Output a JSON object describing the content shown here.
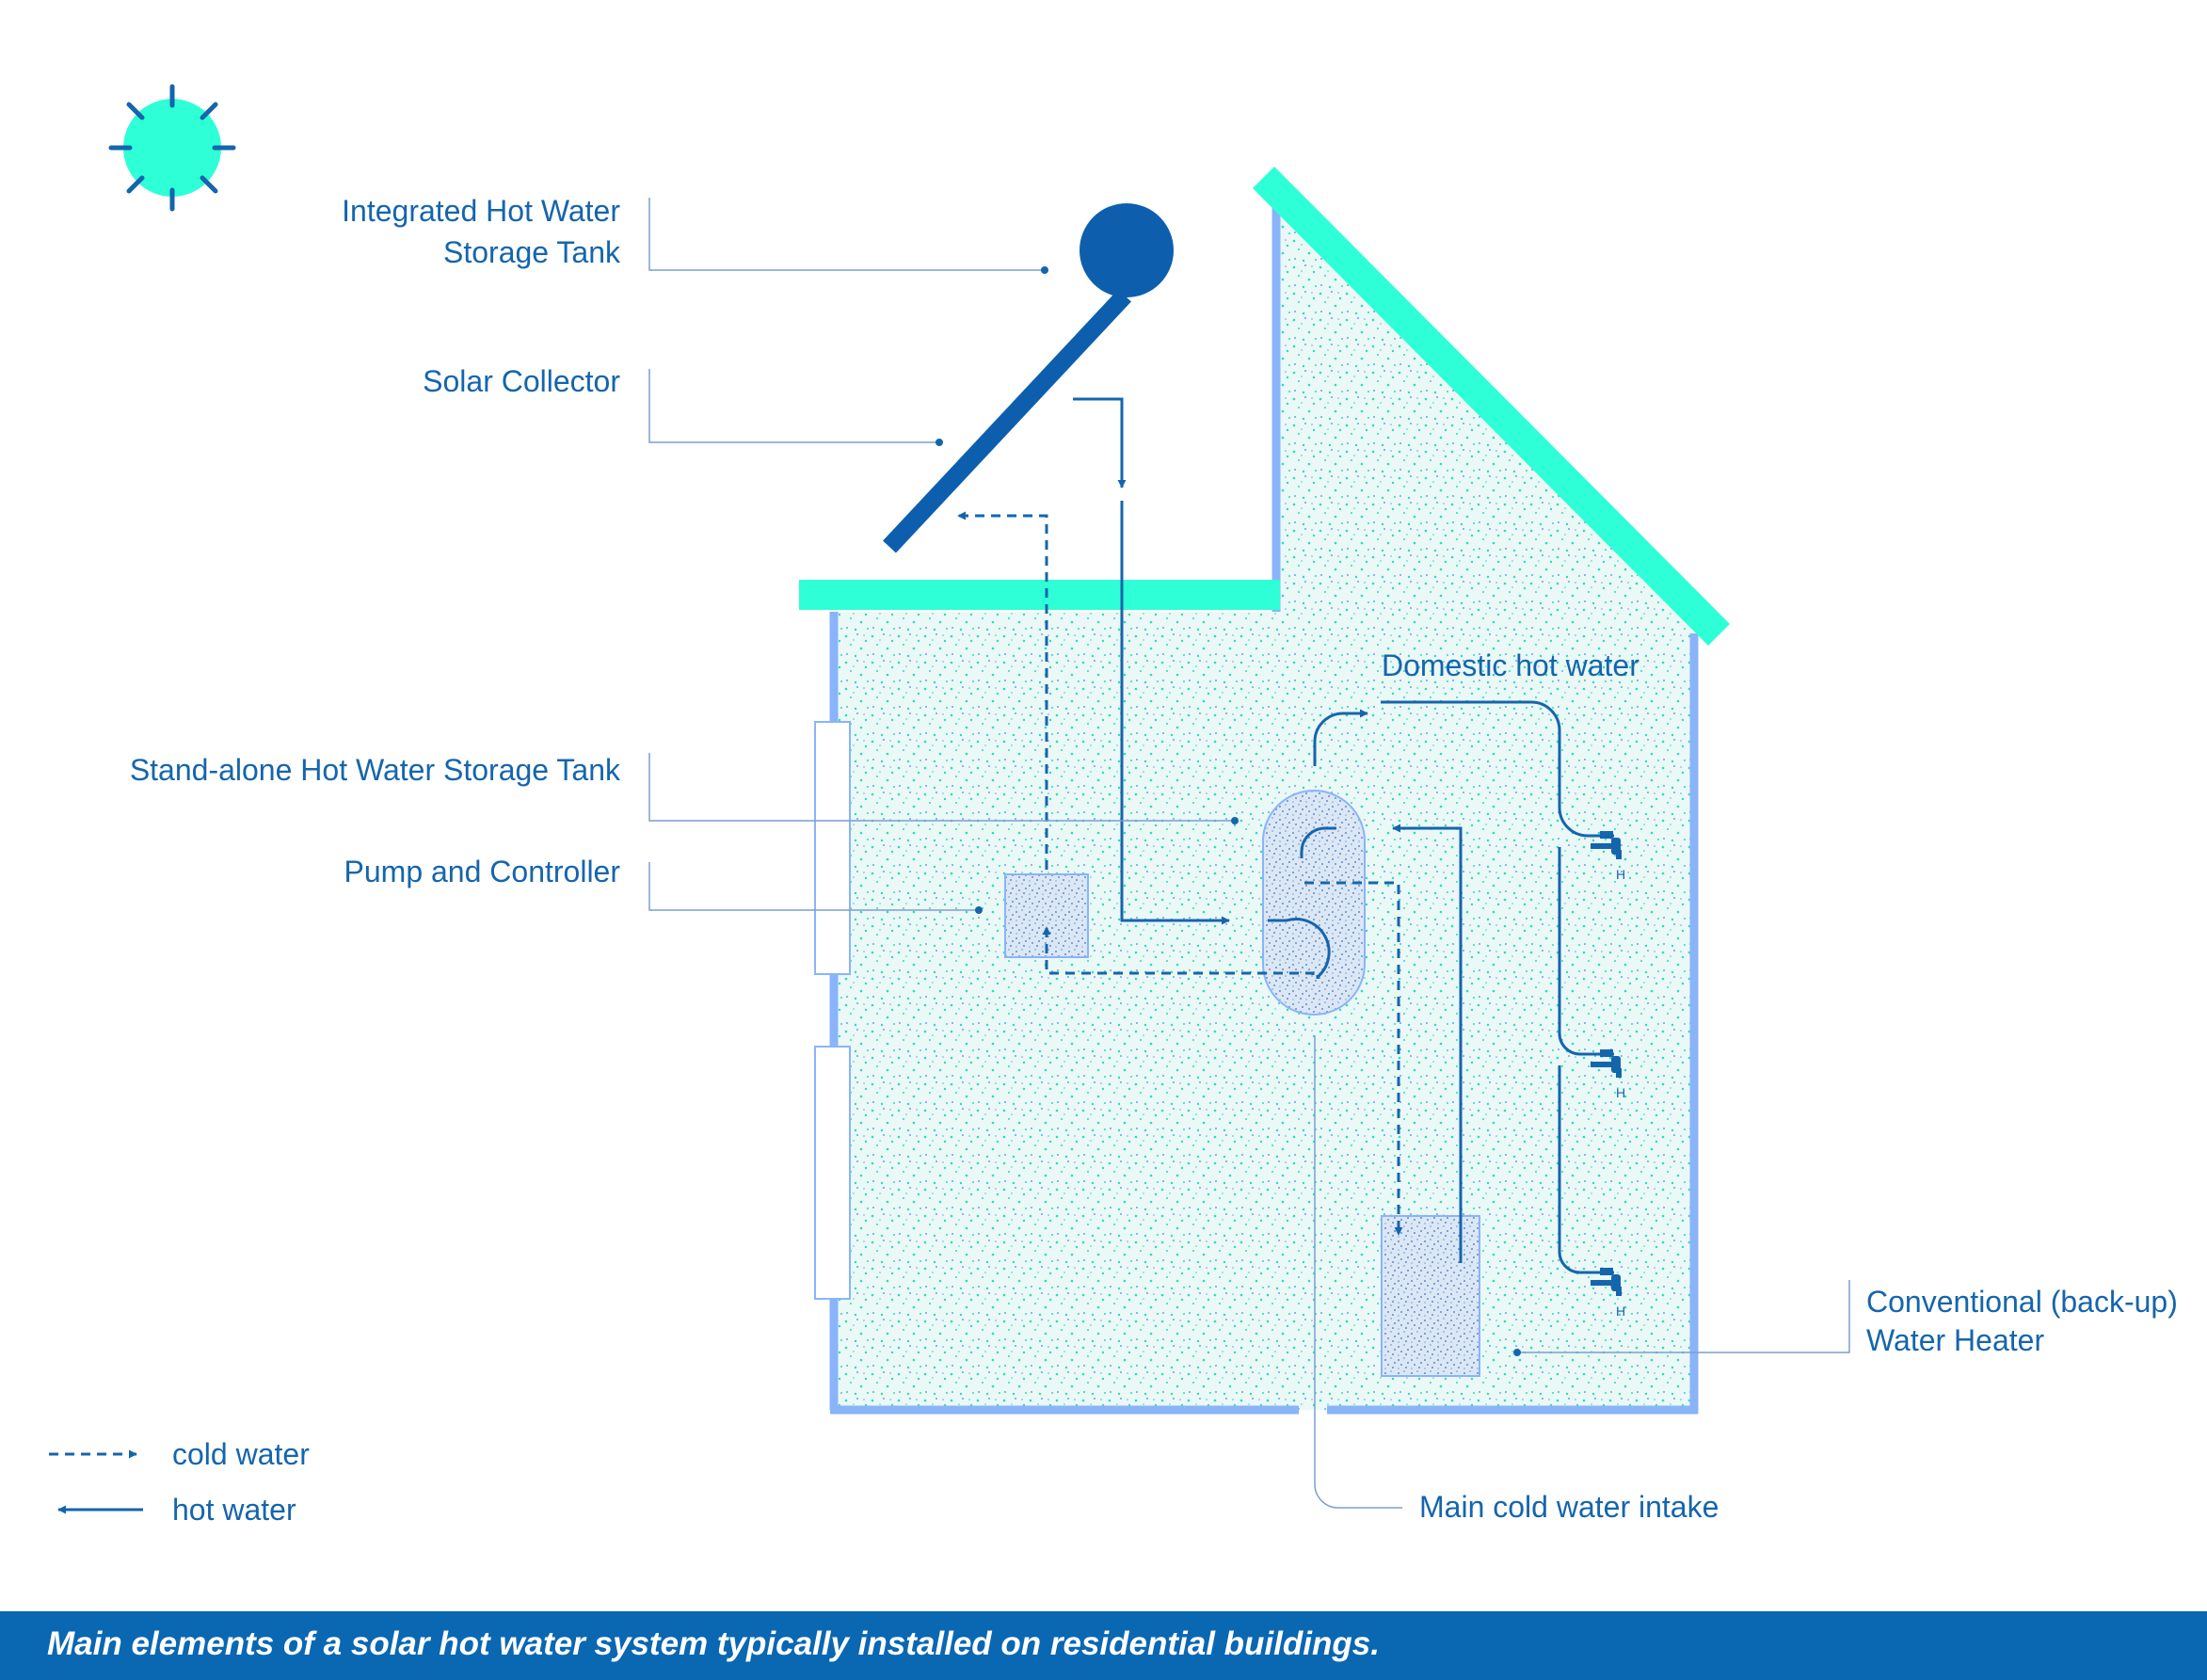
{
  "labels": {
    "integrated_tank_line1": "Integrated Hot Water",
    "integrated_tank_line2": "Storage Tank",
    "solar_collector": "Solar Collector",
    "standalone_tank": "Stand-alone Hot Water Storage Tank",
    "pump_controller": "Pump and Controller",
    "domestic_hot_water": "Domestic hot water",
    "backup_heater_line1": "Conventional (back-up)",
    "backup_heater_line2": "Water Heater",
    "main_cold_intake": "Main cold water intake"
  },
  "faucet_marks": [
    "H",
    "H",
    "H"
  ],
  "legend": {
    "cold": "cold water",
    "hot": "hot water"
  },
  "caption": "Main elements of a solar hot water system typically installed on residential buildings.",
  "colors": {
    "pipe": "#1565ad",
    "roof": "#2effd6",
    "wall": "#8ab4f8",
    "sun": "#2effd6",
    "caption_bar": "#0a67b2"
  }
}
